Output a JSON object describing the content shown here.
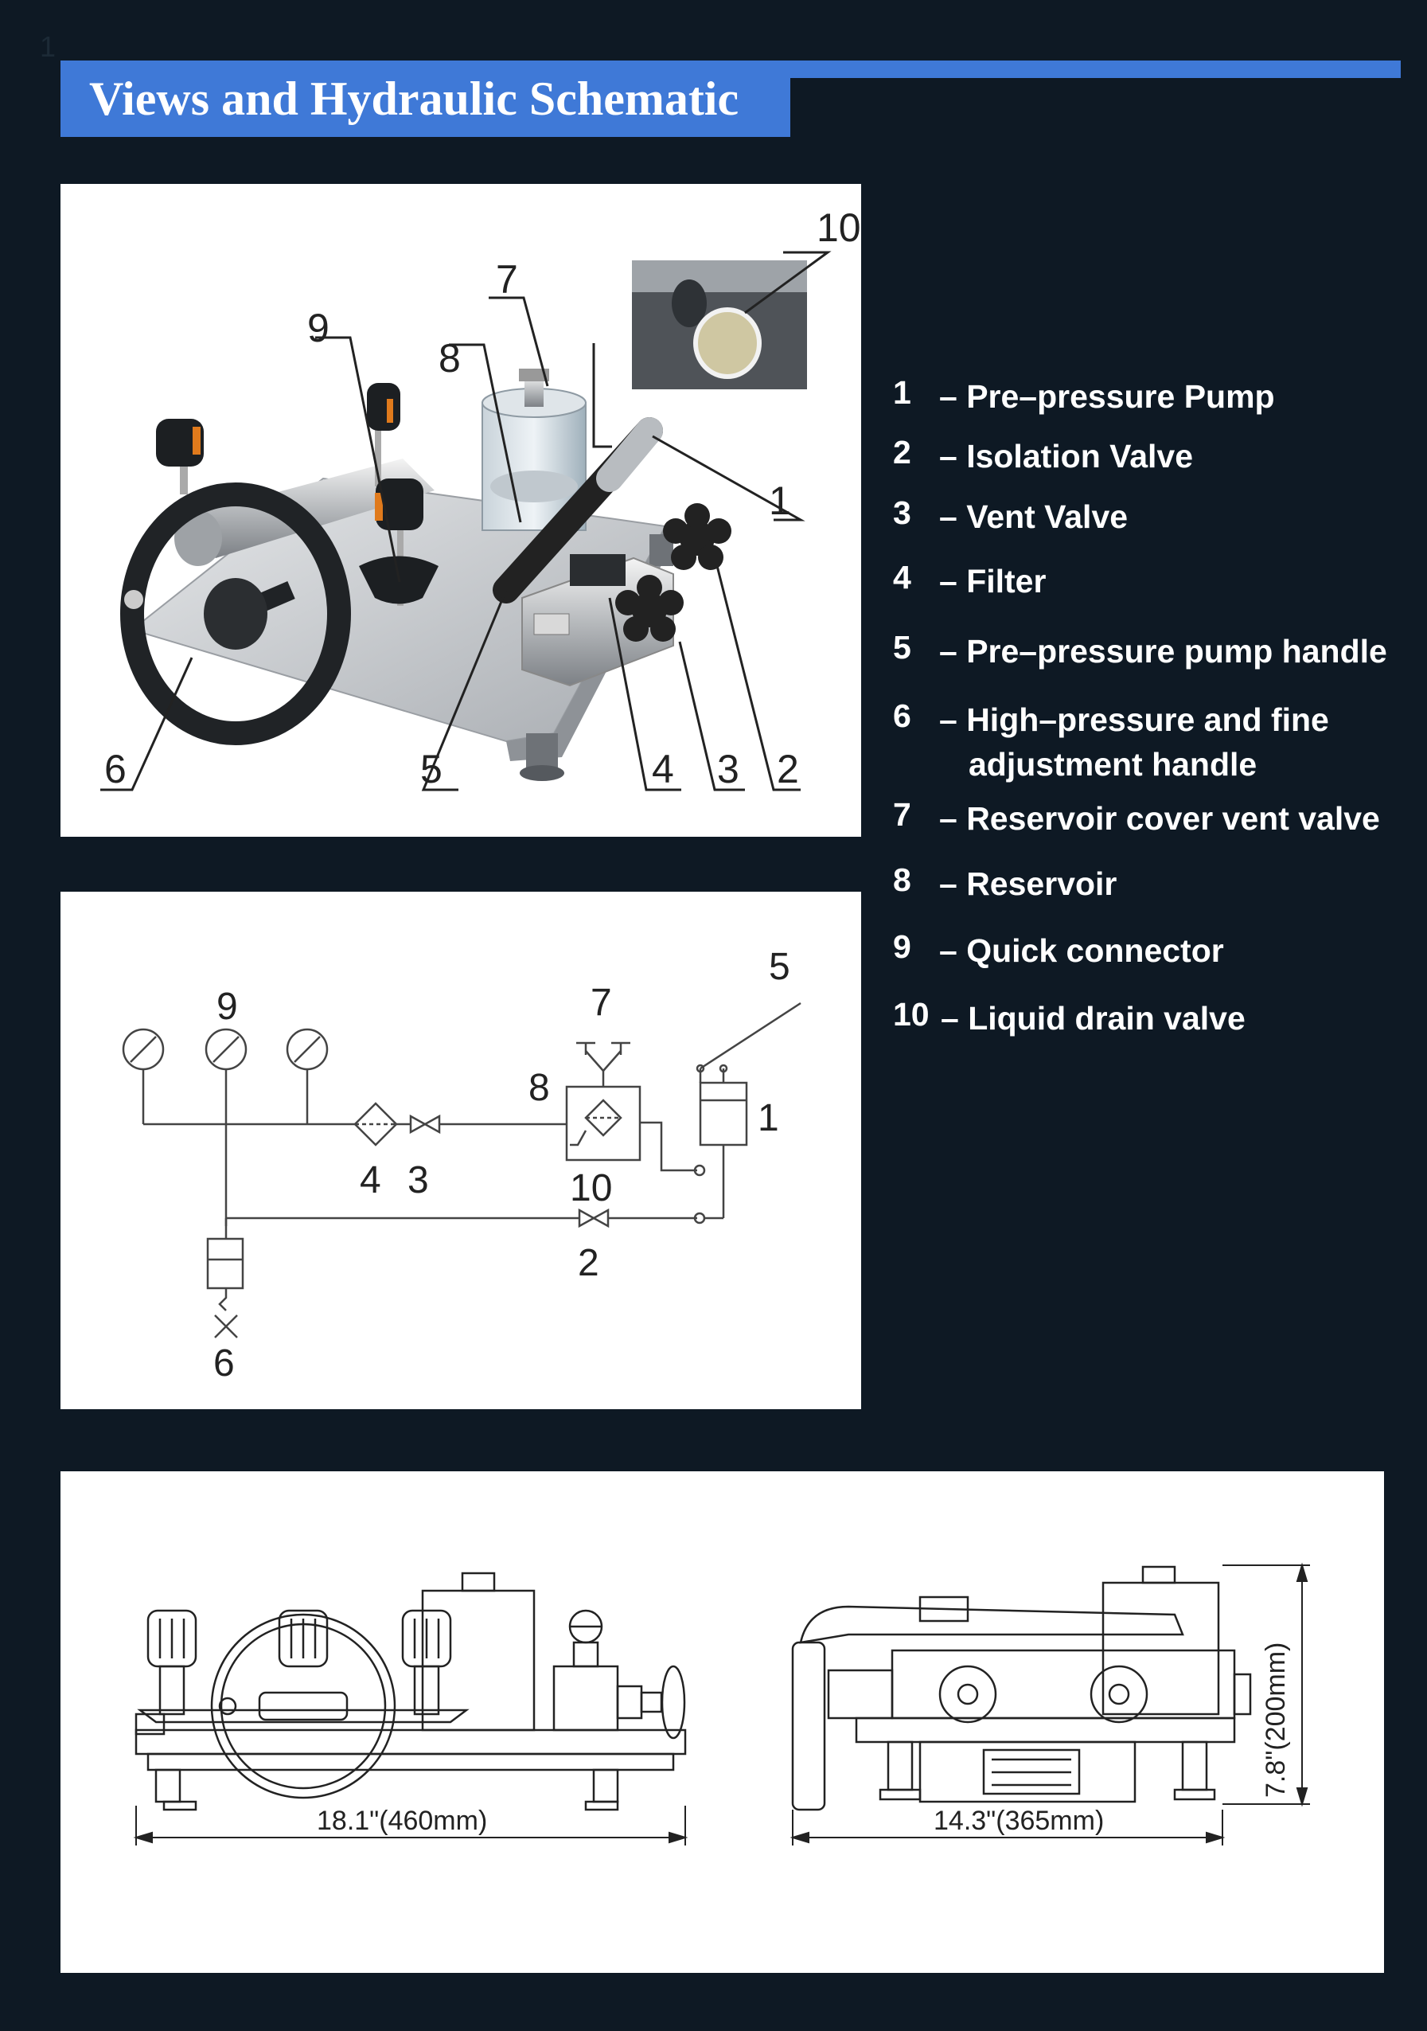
{
  "page_number": "1",
  "header": {
    "title": "Views and Hydraulic Schematic"
  },
  "photo": {
    "callouts": [
      "1",
      "2",
      "3",
      "4",
      "5",
      "6",
      "7",
      "8",
      "9",
      "10"
    ]
  },
  "legend": [
    {
      "num": "1",
      "label": "– Pre–pressure Pump"
    },
    {
      "num": "2",
      "label": "– Isolation Valve"
    },
    {
      "num": "3",
      "label": "– Vent Valve"
    },
    {
      "num": "4",
      "label": "– Filter"
    },
    {
      "num": "5",
      "label": "– Pre–pressure pump handle"
    },
    {
      "num": "6",
      "label": "– High–pressure and fine",
      "label2": "adjustment handle"
    },
    {
      "num": "7",
      "label": "– Reservoir cover vent valve"
    },
    {
      "num": "8",
      "label": "– Reservoir"
    },
    {
      "num": "9",
      "label": "– Quick connector"
    },
    {
      "num": "10",
      "label": "– Liquid drain valve"
    }
  ],
  "schematic": {
    "labels": [
      "9",
      "7",
      "8",
      "5",
      "1",
      "4",
      "3",
      "10",
      "2",
      "6"
    ]
  },
  "dimensions": {
    "width_front": "18.1\"(460mm)",
    "width_side": "14.3\"(365mm)",
    "height": "7.8\"(200mm)"
  },
  "colors": {
    "background": "#0e1924",
    "accent": "#3f79d7"
  }
}
